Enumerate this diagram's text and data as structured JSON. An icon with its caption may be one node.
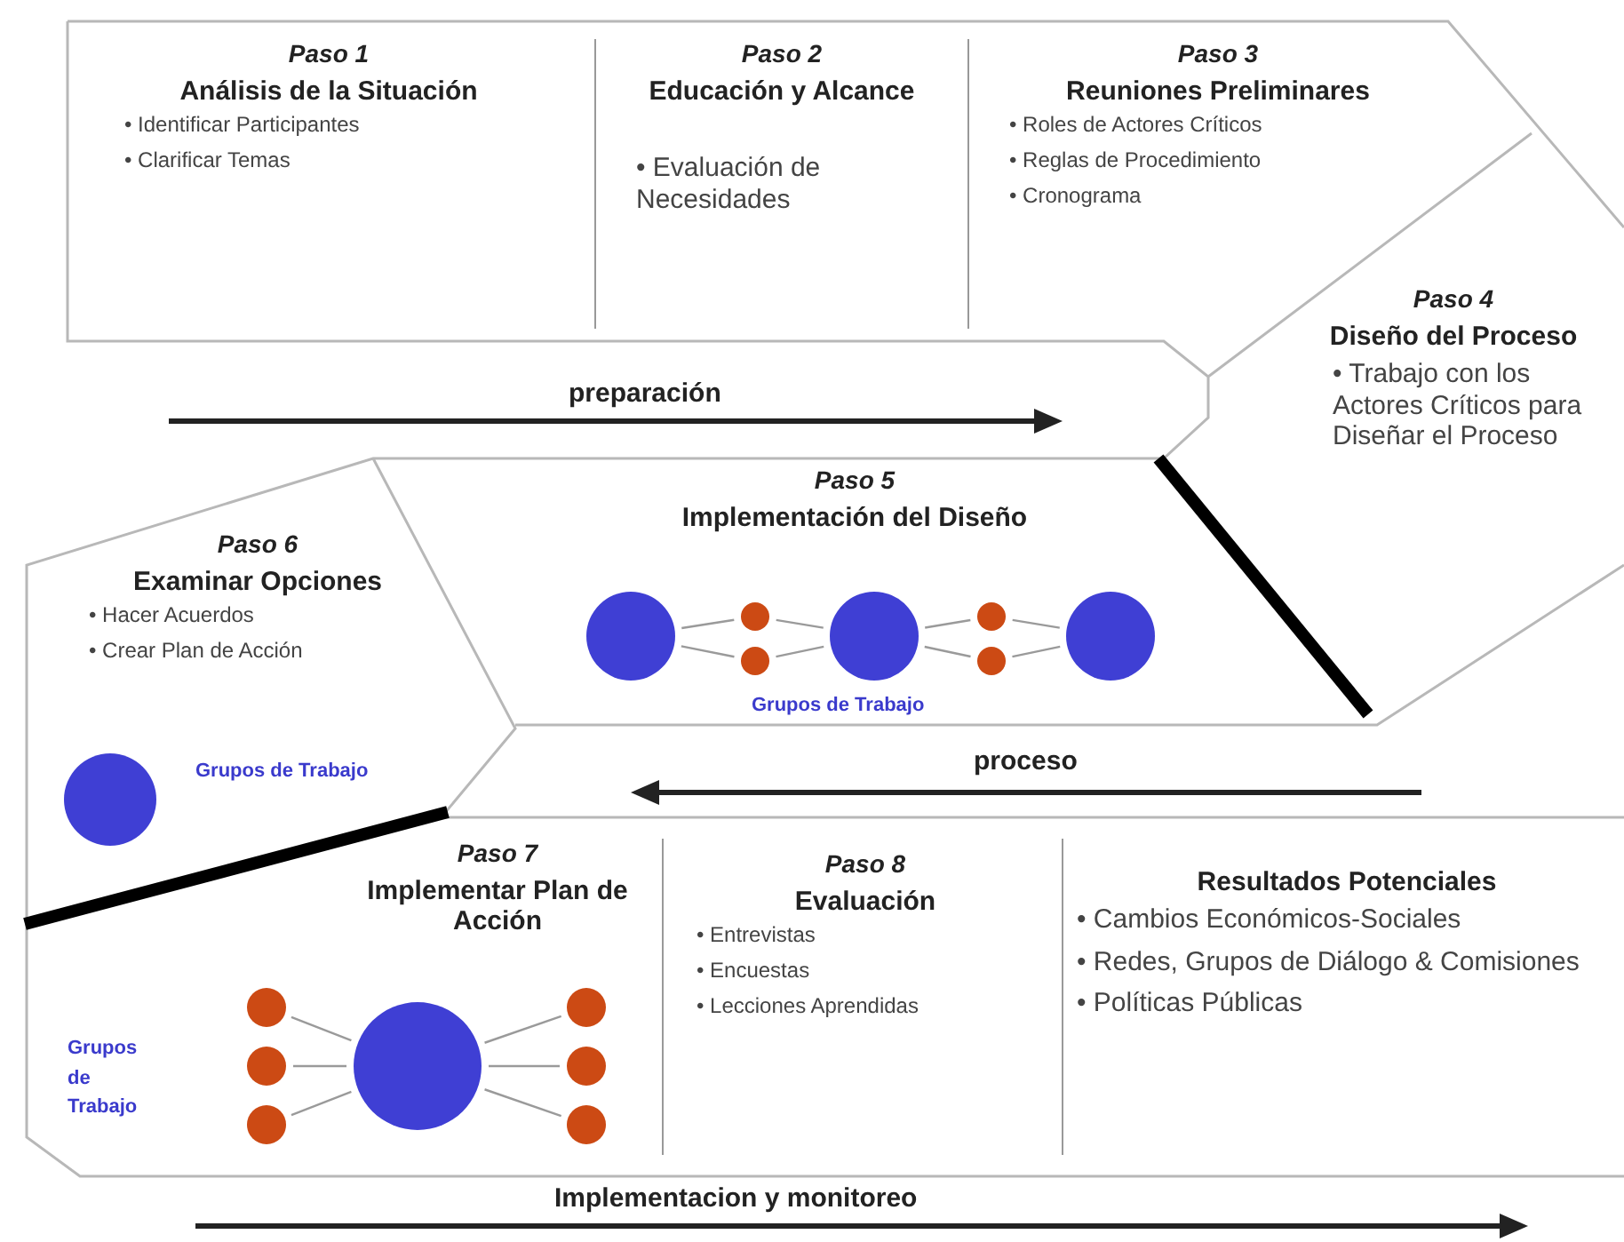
{
  "diagram": {
    "nodes": [
      {
        "text": [
          "Paso 1",
          "Análisis de la Situación",
          "• Identificar Participantes",
          "• Clarificar Temas"
        ]
      },
      {
        "text": [
          "Paso 2",
          "Educación y Alcance",
          "• Evaluación de Necesidades"
        ]
      },
      {
        "text": [
          "Paso 3",
          "Reuniones Preliminares",
          "• Roles de Actores Críticos",
          "• Reglas de Procedimiento",
          "• Cronograma"
        ]
      },
      {
        "text": [
          "Paso 4",
          "Diseño del Proceso",
          "• Trabajo con los Actores Críticos para Diseñar el Proceso"
        ]
      },
      {
        "text": [
          "Paso 5",
          "Implementación del Diseño"
        ]
      },
      {
        "text": [],
        "shape": "circle",
        "in": 4
      },
      {
        "text": [],
        "shape": "circle",
        "in": 4
      },
      {
        "text": [],
        "shape": "circle",
        "in": 4
      },
      {
        "text": [],
        "shape": "circle",
        "in": 4
      },
      {
        "text": [],
        "shape": "circle",
        "in": 4
      },
      {
        "text": [],
        "shape": "circle",
        "in": 4
      },
      {
        "text": [],
        "shape": "circle",
        "in": 4
      },
      {
        "text": [
          "Paso 6",
          "Examinar Opciones",
          "• Hacer Acuerdos",
          "• Crear Plan de Acción"
        ]
      },
      {
        "text": [],
        "shape": "circle",
        "in": 12
      },
      {
        "text": [
          "Paso 7",
          "Implementar Plan de Acción"
        ]
      },
      {
        "text": [],
        "shape": "circle",
        "in": 14
      },
      {
        "text": [],
        "shape": "circle",
        "in": 14
      },
      {
        "text": [],
        "shape": "circle",
        "in": 14
      },
      {
        "text": [],
        "shape": "circle",
        "in": 14
      },
      {
        "text": [],
        "shape": "circle",
        "in": 14
      },
      {
        "text": [],
        "shape": "circle",
        "in": 14
      },
      {
        "text": [],
        "shape": "circle",
        "in": 14
      },
      {
        "text": [
          "Paso 8",
          "Evaluación",
          "• Entrevistas",
          "• Encuestas",
          "• Lecciones Aprendidas"
        ]
      },
      {
        "text": [
          "Resultados Potenciales",
          "• Cambios Económicos-Sociales",
          "• Redes, Grupos de Diálogo & Comisiones",
          "• Políticas Públicas"
        ]
      }
    ],
    "edges": [
      {
        "from": 5,
        "to": 6,
        "arrow": "none"
      },
      {
        "from": 5,
        "to": 7,
        "arrow": "none"
      },
      {
        "from": 6,
        "to": 8,
        "arrow": "none"
      },
      {
        "from": 7,
        "to": 8,
        "arrow": "none"
      },
      {
        "from": 8,
        "to": 9,
        "arrow": "none"
      },
      {
        "from": 8,
        "to": 10,
        "arrow": "none"
      },
      {
        "from": 9,
        "to": 11,
        "arrow": "none"
      },
      {
        "from": 10,
        "to": 11,
        "arrow": "none"
      },
      {
        "from": 15,
        "to": 18,
        "arrow": "none"
      },
      {
        "from": 16,
        "to": 18,
        "arrow": "none"
      },
      {
        "from": 17,
        "to": 18,
        "arrow": "none"
      },
      {
        "from": 18,
        "to": 19,
        "arrow": "none"
      },
      {
        "from": 18,
        "to": 20,
        "arrow": "none"
      },
      {
        "from": 18,
        "to": 21,
        "arrow": "none"
      }
    ],
    "labels": [
      "preparación",
      "Grupos de Trabajo",
      "Grupos de Trabajo",
      "proceso",
      "Grupos de Trabajo",
      "Implementacion y monitoreo"
    ]
  }
}
